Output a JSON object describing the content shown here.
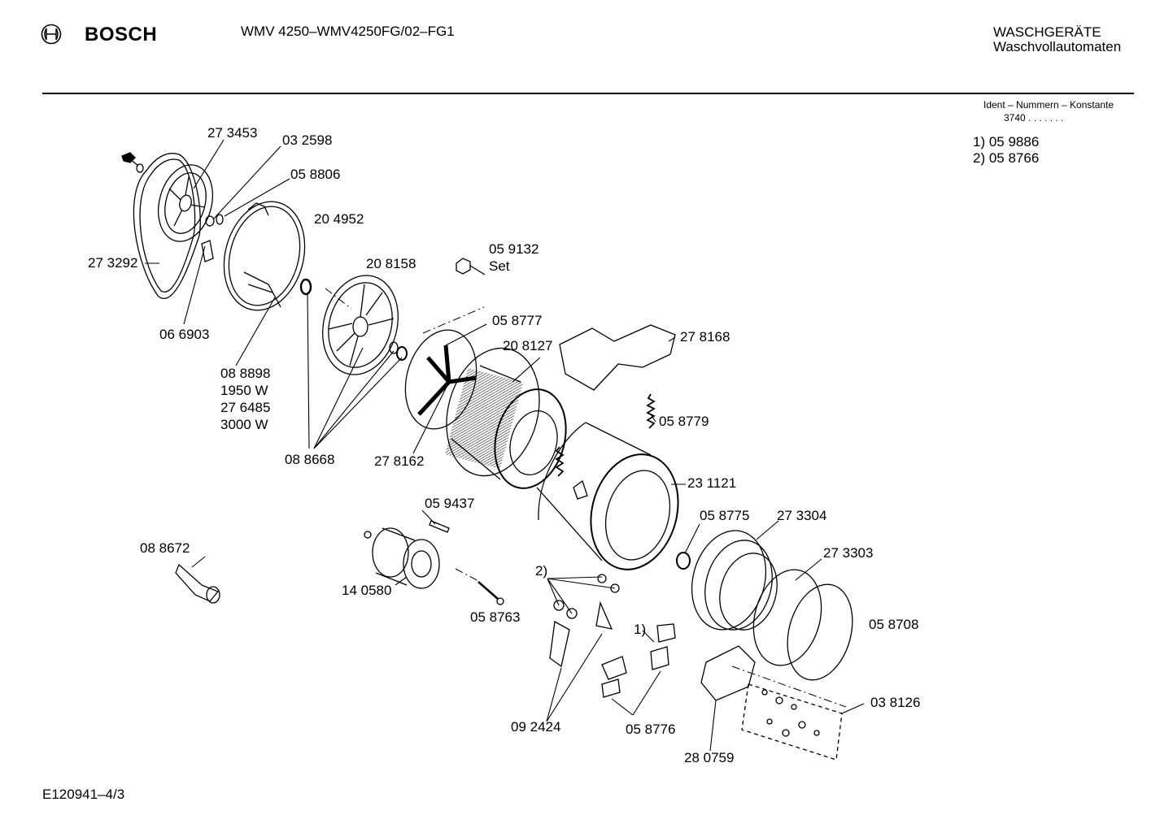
{
  "header": {
    "brand": "BOSCH",
    "logo_icon": "bosch-armature-logo-icon",
    "model": "WMV 4250–WMV4250FG/02–FG1",
    "category": "WASCHGERÄTE",
    "subcategory": "Waschvollautomaten"
  },
  "ident": {
    "title": "Ident – Nummern – Konstante",
    "constant": "3740 . .  . . . . ."
  },
  "variants": [
    {
      "label": "1) 05 9886"
    },
    {
      "label": "2) 05 8766"
    }
  ],
  "parts": [
    {
      "label": "27 3453"
    },
    {
      "label": "03 2598"
    },
    {
      "label": "05 8806"
    },
    {
      "label": "20 4952"
    },
    {
      "label": "27 3292"
    },
    {
      "label": "06 6903"
    },
    {
      "label": "08 8898"
    },
    {
      "label": "1950 W"
    },
    {
      "label": "27 6485"
    },
    {
      "label": "3000 W"
    },
    {
      "label": "20 8158"
    },
    {
      "label": "05 9132"
    },
    {
      "label": "Set"
    },
    {
      "label": "05 8777"
    },
    {
      "label": "20 8127"
    },
    {
      "label": "27 8168"
    },
    {
      "label": "05 8779"
    },
    {
      "label": "08 8668"
    },
    {
      "label": "27 8162"
    },
    {
      "label": "23 1121"
    },
    {
      "label": "05 9437"
    },
    {
      "label": "08 8672"
    },
    {
      "label": "14 0580"
    },
    {
      "label": "05 8775"
    },
    {
      "label": "27 3304"
    },
    {
      "label": "27 3303"
    },
    {
      "label": "2)"
    },
    {
      "label": "05 8763"
    },
    {
      "label": "1)"
    },
    {
      "label": "05 8708"
    },
    {
      "label": "03 8126"
    },
    {
      "label": "09 2424"
    },
    {
      "label": "05 8776"
    },
    {
      "label": "28 0759"
    }
  ],
  "footer": {
    "code": "E120941–4/3"
  }
}
